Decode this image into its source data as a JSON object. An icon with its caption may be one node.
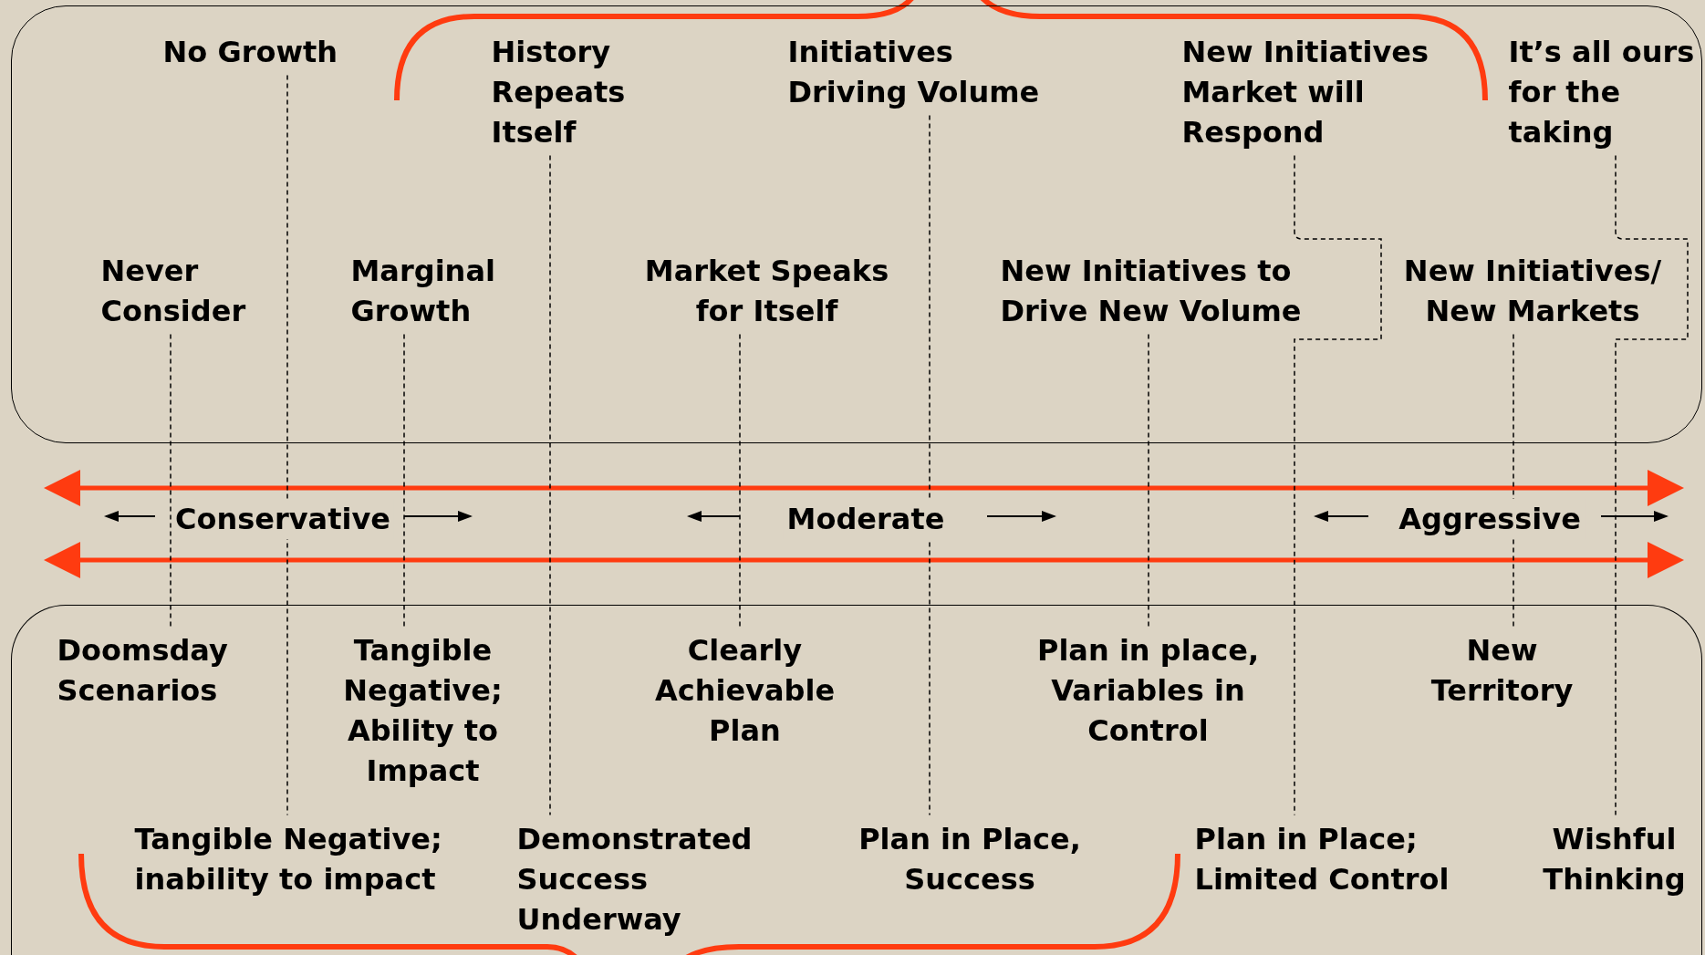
{
  "diagram": {
    "nodes": [
      {
        "text": [],
        "shape": "box"
      },
      {
        "text": [
          "No Growth"
        ],
        "in": 0
      },
      {
        "text": [
          "History Repeats Itself"
        ],
        "in": 0
      },
      {
        "text": [
          "Initiatives Driving Volume"
        ],
        "in": 0
      },
      {
        "text": [
          "New Initiatives Market will Respond"
        ],
        "in": 0
      },
      {
        "text": [
          "It’s all ours for the taking"
        ],
        "in": 0
      },
      {
        "text": [
          "Never Consider"
        ],
        "in": 0
      },
      {
        "text": [
          "Marginal Growth"
        ],
        "in": 0
      },
      {
        "text": [
          "Market Speaks for Itself"
        ],
        "in": 0
      },
      {
        "text": [
          "New Initiatives to Drive New Volume"
        ],
        "in": 0
      },
      {
        "text": [
          "New Initiatives/ New Markets"
        ],
        "in": 0
      },
      {
        "text": [],
        "shape": "box"
      },
      {
        "text": [
          "Doomsday Scenarios"
        ],
        "in": 11
      },
      {
        "text": [
          "Tangible Negative; Ability to Impact"
        ],
        "in": 11
      },
      {
        "text": [
          "Clearly Achievable Plan"
        ],
        "in": 11
      },
      {
        "text": [
          "Plan in place, Variables in Control"
        ],
        "in": 11
      },
      {
        "text": [
          "New Territory"
        ],
        "in": 11
      },
      {
        "text": [
          "Tangible Negative; inability to impact"
        ],
        "in": 11
      },
      {
        "text": [
          "Demonstrated Success Underway"
        ],
        "in": 11
      },
      {
        "text": [
          "Plan in Place, Success"
        ],
        "in": 11
      },
      {
        "text": [
          "Plan in Place; Limited Control"
        ],
        "in": 11
      },
      {
        "text": [
          "Wishful Thinking"
        ],
        "in": 11
      }
    ],
    "edges": [
      {
        "from": 6,
        "to": 12,
        "arrow": "none",
        "style": "dashed"
      },
      {
        "from": 1,
        "to": 17,
        "arrow": "none",
        "style": "dashed"
      },
      {
        "from": 7,
        "to": 13,
        "arrow": "none",
        "style": "dashed"
      },
      {
        "from": 2,
        "to": 18,
        "arrow": "none",
        "style": "dashed"
      },
      {
        "from": 8,
        "to": 14,
        "arrow": "none",
        "style": "dashed"
      },
      {
        "from": 3,
        "to": 19,
        "arrow": "none",
        "style": "dashed"
      },
      {
        "from": 9,
        "to": 15,
        "arrow": "none",
        "style": "dashed"
      },
      {
        "from": 4,
        "to": 20,
        "arrow": "none",
        "style": "dashed"
      },
      {
        "from": 10,
        "to": 16,
        "arrow": "none",
        "style": "dashed"
      },
      {
        "from": 5,
        "to": 21,
        "arrow": "none",
        "style": "dashed"
      }
    ],
    "labels": [
      "Conservative",
      "Moderate",
      "Aggressive"
    ]
  }
}
